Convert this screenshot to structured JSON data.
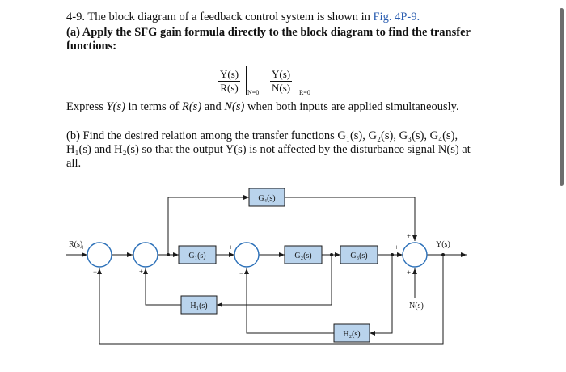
{
  "problem": {
    "number": "4-9.",
    "intro": " The block diagram of a feedback control system is shown in ",
    "fig_ref": "Fig. 4P-9.",
    "intro_end": "."
  },
  "part_a": {
    "text": "(a) Apply the SFG gain formula directly to the block diagram to find the transfer functions:"
  },
  "fractions": {
    "first_num": "Y(s)",
    "first_den": "R(s)",
    "first_cond": "N=0",
    "second_num": "Y(s)",
    "second_den": "N(s)",
    "second_cond": "R=0"
  },
  "express": {
    "prefix": "Express ",
    "ys": "Y(s)",
    "mid": " in terms of ",
    "rs": "R(s)",
    "and": " and ",
    "ns": "N(s)",
    "suffix": " when both inputs are applied simultaneously."
  },
  "part_b": {
    "text": "(b) Find the desired relation among the transfer functions G₁(s), G₂(s), G₃(s), G₄(s), H₁(s) and H₂(s) so that the output Y(s) is not affected by the disturbance signal N(s) at all."
  },
  "diagram": {
    "blocks": {
      "g1": "G₁(s)",
      "g2": "G₂(s)",
      "g3": "G₃(s)",
      "g4": "G₄(s)",
      "h1": "H₁(s)",
      "h2": "H₂(s)"
    },
    "signals": {
      "input": "R(s)",
      "output": "Y(s)",
      "disturbance": "N(s)"
    },
    "signs": {
      "plus": "+",
      "minus": "−"
    },
    "colors": {
      "block_fill": "#b9d3ec",
      "block_stroke": "#1a1a1a",
      "junction_fill": "#ffffff",
      "junction_stroke": "#2a6fb8",
      "line": "#1a1a1a"
    }
  }
}
